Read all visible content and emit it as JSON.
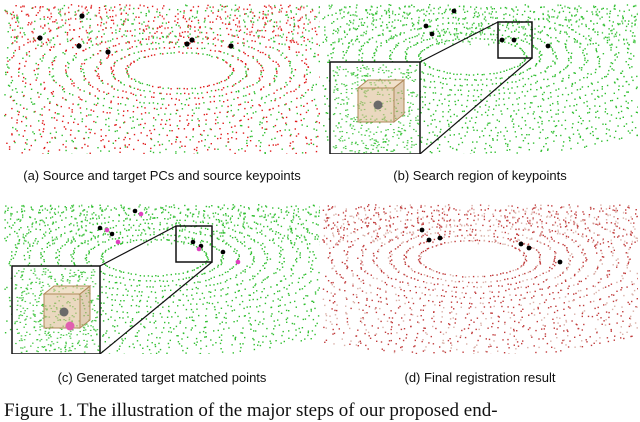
{
  "panels": [
    {
      "caption": "(a) Source and target PCs and source keypoints"
    },
    {
      "caption": "(b) Search region of keypoints"
    },
    {
      "caption": "(c) Generated target matched points"
    },
    {
      "caption": "(d) Final registration result"
    }
  ],
  "figure_caption": "Figure 1.  The illustration of the major steps of our proposed end-",
  "colors": {
    "source_pc": "#2fbf2f",
    "target_pc": "#e01818",
    "registered_pc": "#c03a3a",
    "keypoint": "#000000",
    "matched_point": "#e040c0",
    "search_box": "#c8a070"
  }
}
